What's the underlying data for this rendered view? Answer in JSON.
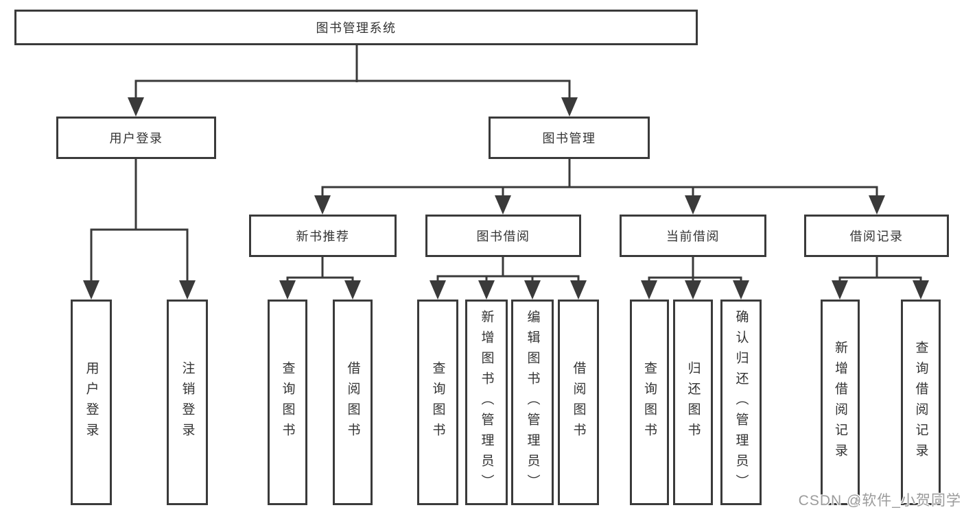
{
  "colors": {
    "background": "#ffffff",
    "line": "#3a3a3a",
    "box_border": "#3a3a3a",
    "box_fill": "#ffffff",
    "text": "#333333",
    "watermark": "#9b9b9b"
  },
  "watermark": {
    "text": "CSDN @软件_小贺同学"
  },
  "tree": {
    "label": "图书管理系统",
    "children": [
      {
        "label": "用户登录",
        "children": [
          {
            "label": "用户登录"
          },
          {
            "label": "注销登录"
          }
        ]
      },
      {
        "label": "图书管理",
        "children": [
          {
            "label": "新书推荐",
            "children": [
              {
                "label": "查询图书"
              },
              {
                "label": "借阅图书"
              }
            ]
          },
          {
            "label": "图书借阅",
            "children": [
              {
                "label": "查询图书"
              },
              {
                "label": "新增图书（管理员）"
              },
              {
                "label": "编辑图书（管理员）"
              },
              {
                "label": "借阅图书"
              }
            ]
          },
          {
            "label": "当前借阅",
            "children": [
              {
                "label": "查询图书"
              },
              {
                "label": "归还图书"
              },
              {
                "label": "确认归还（管理员）"
              }
            ]
          },
          {
            "label": "借阅记录",
            "children": [
              {
                "label": "新增借阅记录"
              },
              {
                "label": "查询借阅记录"
              }
            ]
          }
        ]
      }
    ]
  }
}
